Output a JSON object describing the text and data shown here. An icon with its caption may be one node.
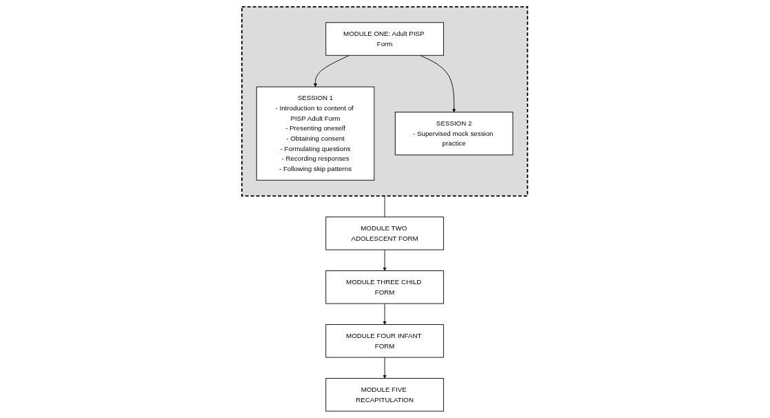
{
  "diagram": {
    "nodes": [
      {
        "text": [],
        "shape": "box"
      },
      {
        "text": [
          "MODULE ONE: Adult PISP Form"
        ],
        "in": 0
      },
      {
        "text": [
          "SESSION 1",
          "- Introduction to content of PISP Adult Form",
          "- Presenting oneself",
          "- Obtaining consent",
          "- Formulating questions",
          "- Recording responses",
          "- Following skip patterns"
        ],
        "in": 0
      },
      {
        "text": [
          "SESSION 2",
          "- Supervised mock session practice"
        ],
        "in": 0
      },
      {
        "text": [
          "MODULE TWO ADOLESCENT FORM"
        ]
      },
      {
        "text": [
          "MODULE THREE CHILD FORM"
        ]
      },
      {
        "text": [
          "MODULE FOUR INFANT FORM"
        ]
      },
      {
        "text": [
          "MODULE FIVE RECAPITULATION"
        ]
      }
    ],
    "edges": [
      {
        "from": 1,
        "to": 2,
        "arrow": "to"
      },
      {
        "from": 1,
        "to": 3,
        "arrow": "to"
      },
      {
        "from": 0,
        "to": 4,
        "arrow": "none"
      },
      {
        "from": 4,
        "to": 5,
        "arrow": "to"
      },
      {
        "from": 5,
        "to": 6,
        "arrow": "to"
      },
      {
        "from": 6,
        "to": 7,
        "arrow": "to"
      }
    ]
  }
}
